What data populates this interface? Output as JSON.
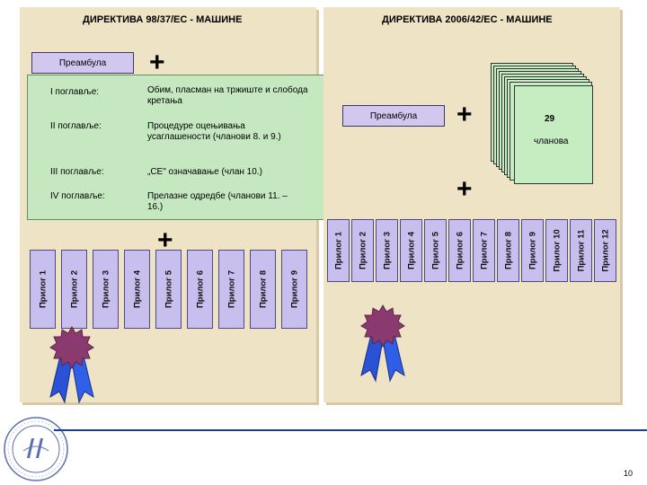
{
  "left": {
    "title": "ДИРЕКТИВА 98/37/ЕС - МАШИНЕ",
    "preamble": "Преамбула",
    "plus": "+",
    "chapters": [
      {
        "label": "I поглавље:",
        "desc": "Обим, пласман на тржиште и слобода кретања"
      },
      {
        "label": "II поглавље:",
        "desc": "Процедуре оцењивања усаглашености (чланови 8. и 9.)"
      },
      {
        "label": "III поглавље:",
        "desc": "„СЕ\" означавање (члан 10.)"
      },
      {
        "label": "IV поглавље:",
        "desc": "Прелазне одредбе (чланови 11. – 16.)"
      }
    ],
    "annexes_plus": "+",
    "annexes": [
      "Прилог 1",
      "Прилог 2",
      "Прилог 3",
      "Прилог 4",
      "Прилог 5",
      "Прилог 6",
      "Прилог 7",
      "Прилог 8",
      "Прилог 9"
    ]
  },
  "right": {
    "title": "ДИРЕКТИВА 2006/42/ЕС - МАШИНЕ",
    "preamble": "Преамбула",
    "plus_top": "+",
    "articles_count": "29",
    "articles_label": "чланова",
    "plus_bottom": "+",
    "annexes": [
      "Прилог 1",
      "Прилог 2",
      "Прилог 3",
      "Прилог 4",
      "Прилог 5",
      "Прилог 6",
      "Прилог 7",
      "Прилог 8",
      "Прилог 9",
      "Прилог 10",
      "Прилог 11",
      "Прилог 12"
    ]
  },
  "footer": {
    "page_number": "10"
  },
  "colors": {
    "paper": "#efe3c5",
    "green_box": "#c5e8c0",
    "annex": "#c8bfee",
    "ribbon": "#2a52d6",
    "rosette": "#8a3a6e"
  },
  "icons": [
    "ribbon-award-icon",
    "university-seal-icon"
  ]
}
